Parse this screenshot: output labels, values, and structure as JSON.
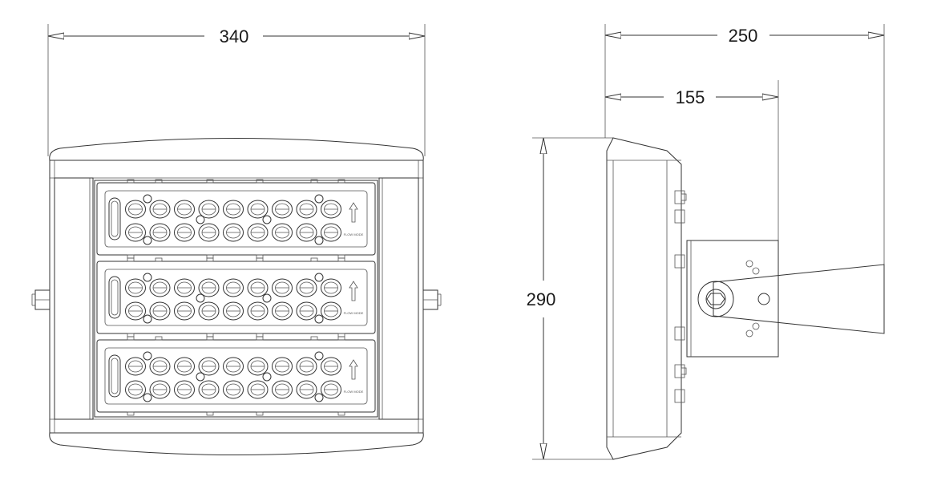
{
  "dimensions": {
    "front_width": "340",
    "side_depth_total": "250",
    "side_depth_body": "155",
    "height": "290"
  },
  "module_label": "FLOW MODE",
  "module_count": 3,
  "led_columns": 9,
  "led_rows_per_module": 2
}
